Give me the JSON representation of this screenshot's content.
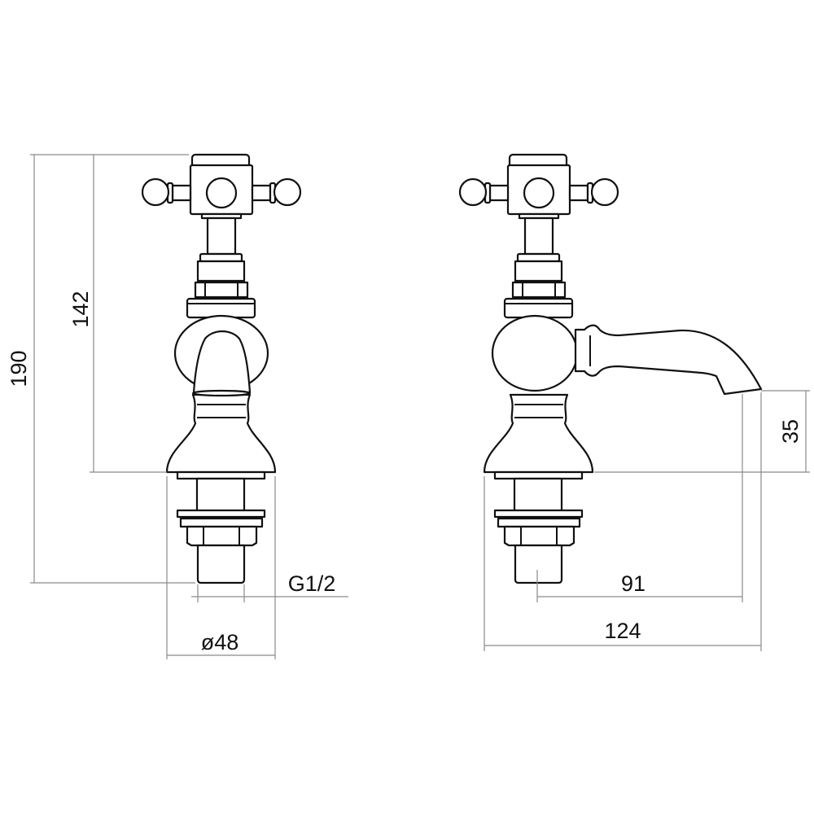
{
  "drawing": {
    "dimensions": {
      "overall_height": "190",
      "body_height": "142",
      "base_diameter": "ø48",
      "thread": "G1/2",
      "spout_height": "35",
      "spout_reach": "91",
      "overall_depth": "124"
    },
    "views": [
      "front-view",
      "side-view"
    ],
    "line_color": "#111111",
    "dimension_color": "#8a8a8a"
  }
}
